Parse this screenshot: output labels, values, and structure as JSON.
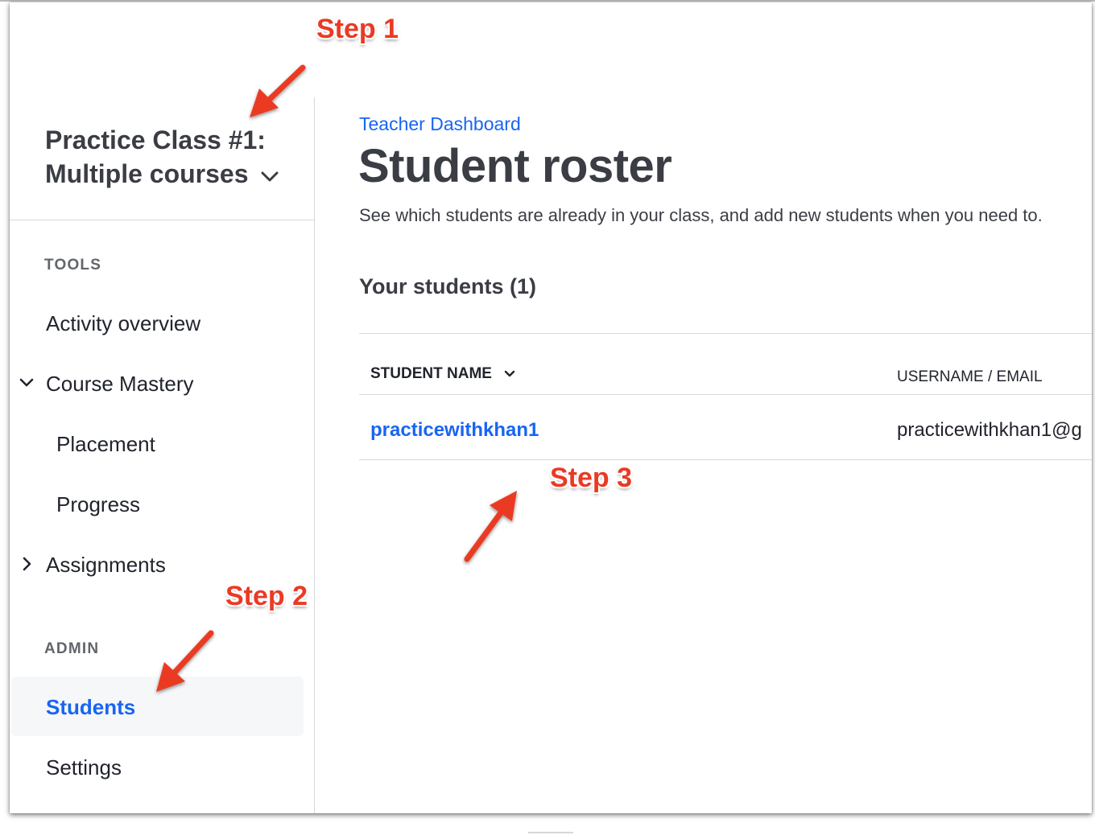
{
  "sidebar": {
    "class_name_line1": "Practice Class #1:",
    "class_name_line2": "Multiple courses",
    "tools_label": "TOOLS",
    "admin_label": "ADMIN",
    "items": {
      "activity_overview": "Activity overview",
      "course_mastery": "Course Mastery",
      "placement": "Placement",
      "progress": "Progress",
      "assignments": "Assignments",
      "students": "Students",
      "settings": "Settings"
    }
  },
  "main": {
    "breadcrumb": "Teacher Dashboard",
    "title": "Student roster",
    "description": "See which students are already in your class, and add new students when you need to.",
    "students_heading": "Your students (1)",
    "table": {
      "columns": [
        "STUDENT NAME",
        "USERNAME / EMAIL"
      ],
      "rows": [
        {
          "name": "practicewithkhan1",
          "email": "practicewithkhan1@g"
        }
      ]
    }
  },
  "annotations": {
    "step1": "Step 1",
    "step2": "Step 2",
    "step3": "Step 3"
  },
  "colors": {
    "accent": "#1865f2",
    "annotation": "#ea3a24",
    "active_bg": "#f5f7f8",
    "text": "#21242c"
  },
  "icons": {
    "class_picker": "chevron-down-icon",
    "course_mastery_toggle": "chevron-down-icon",
    "assignments_toggle": "chevron-right-icon",
    "sort": "chevron-down-icon"
  }
}
